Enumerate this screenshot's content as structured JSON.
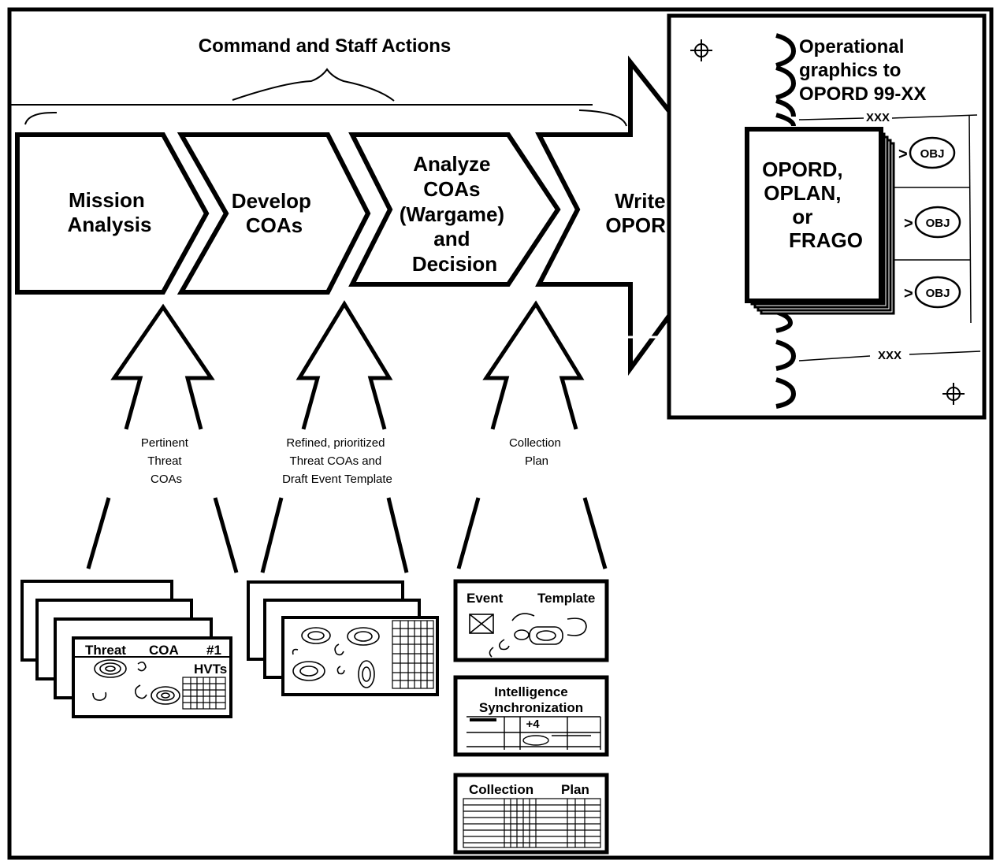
{
  "header": {
    "title": "Command and Staff Actions"
  },
  "stages": [
    {
      "lines": [
        "Mission",
        "Analysis"
      ]
    },
    {
      "lines": [
        "Develop",
        "COAs"
      ]
    },
    {
      "lines": [
        "Analyze",
        "COAs",
        "(Wargame)",
        "and",
        "Decision"
      ]
    },
    {
      "lines": [
        "Write",
        "OPORD"
      ]
    }
  ],
  "inputs": [
    {
      "lines": [
        "Pertinent",
        "Threat",
        "COAs"
      ]
    },
    {
      "lines": [
        "Refined, prioritized",
        "Threat COAs and",
        "Draft Event Template"
      ]
    },
    {
      "lines": [
        "Collection",
        "Plan"
      ]
    }
  ],
  "threat_card": {
    "left": "Threat",
    "mid": "COA",
    "right": "#1",
    "hvts": "HVTs"
  },
  "products": {
    "event_template": {
      "left": "Event",
      "right": "Template"
    },
    "intel_sync": {
      "line1": "Intelligence",
      "line2": "Synchronization",
      "marker": "+4"
    },
    "collection_plan": {
      "left": "Collection",
      "right": "Plan"
    }
  },
  "graphics_panel": {
    "title": [
      "Operational",
      "graphics to",
      "OPORD  99-XX"
    ],
    "boundary_top": "XXX",
    "boundary_bottom": "XXX",
    "order_lines": [
      "OPORD,",
      "OPLAN,",
      "or",
      "FRAGO"
    ],
    "objectives": [
      "OBJ",
      "OBJ",
      "OBJ"
    ]
  }
}
